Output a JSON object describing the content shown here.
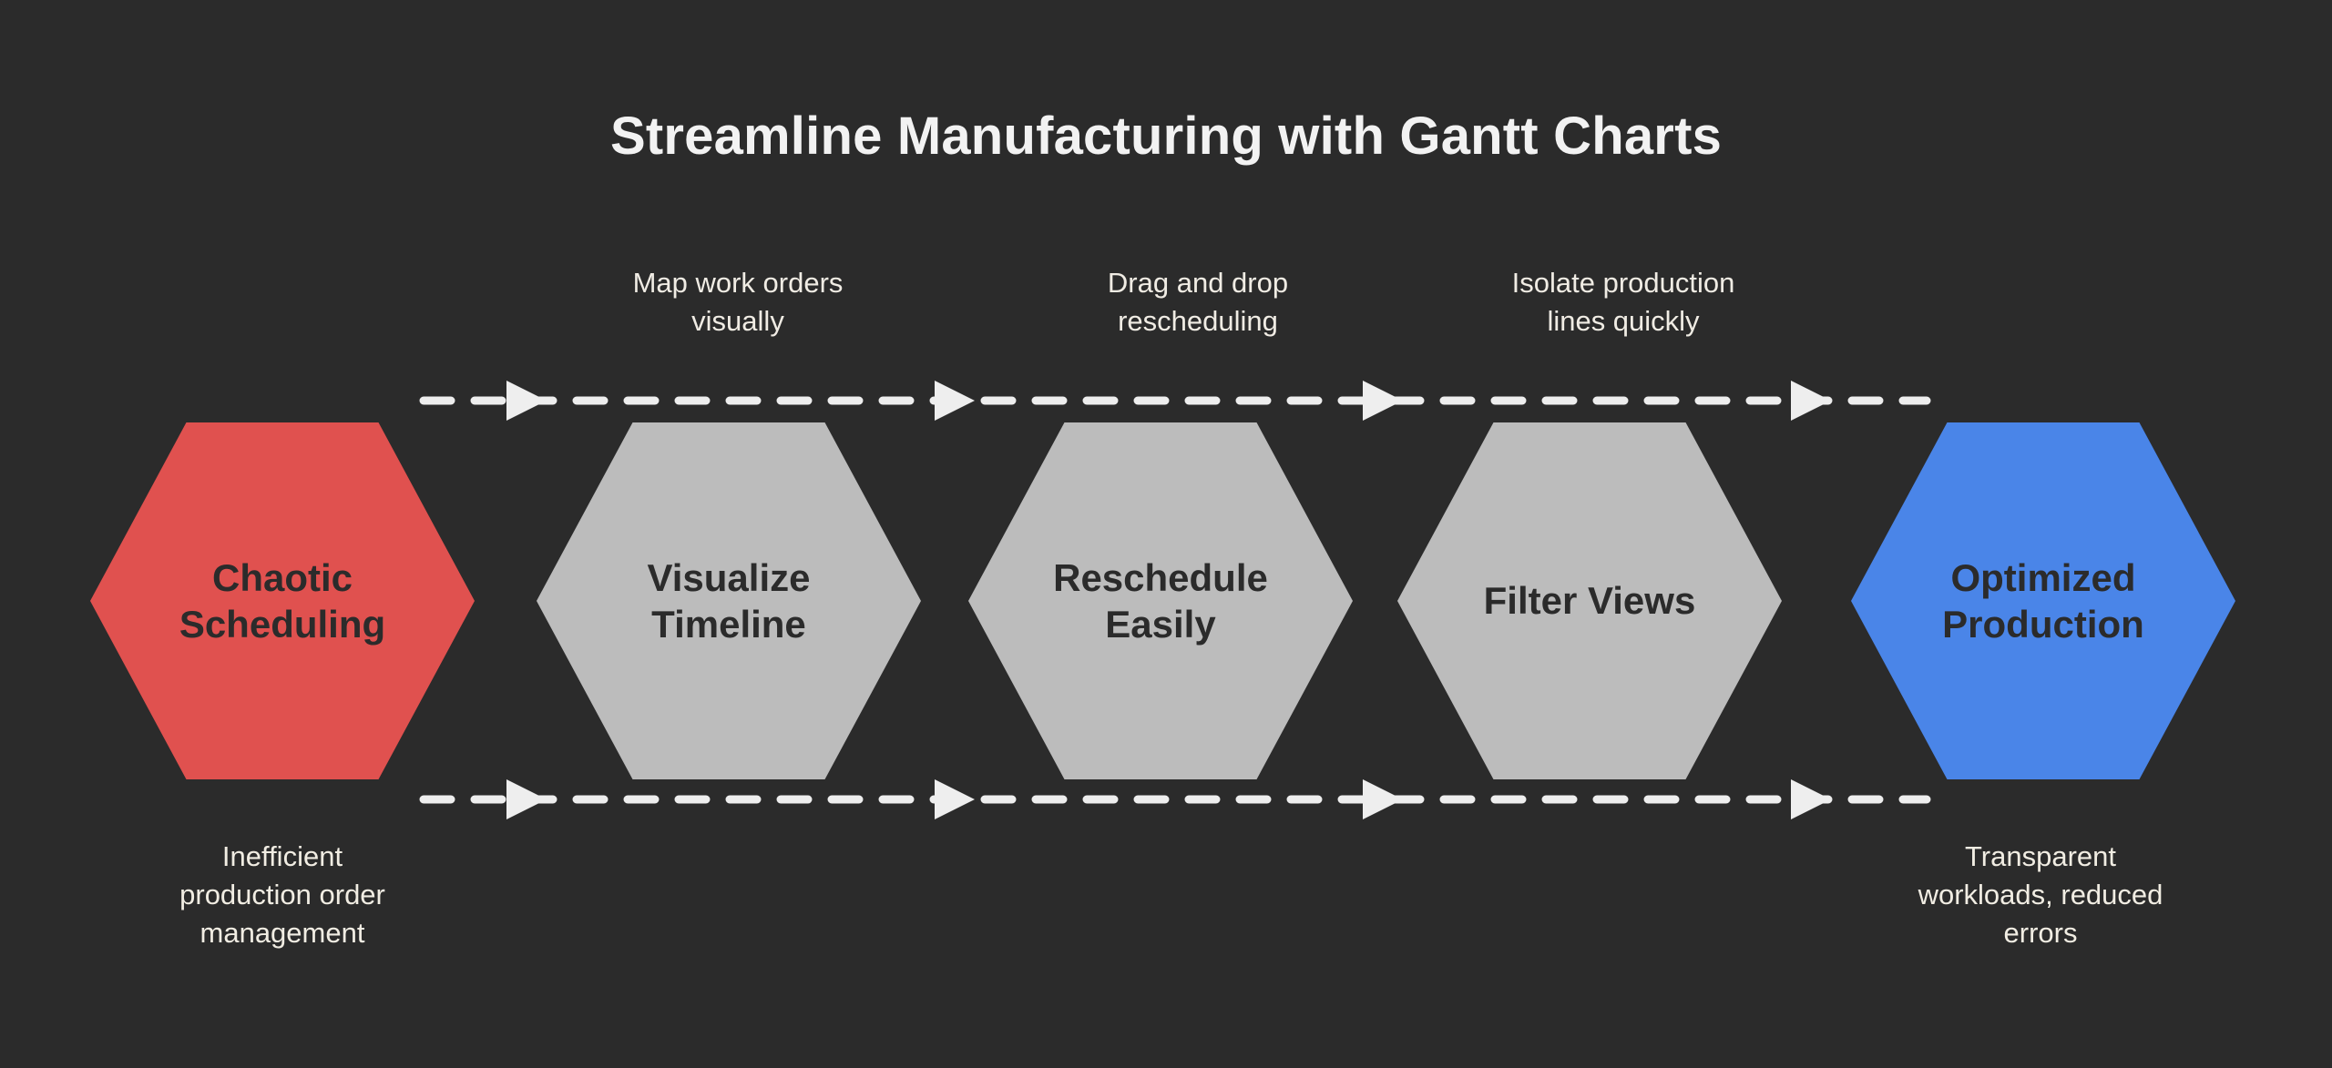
{
  "diagram": {
    "title": "Streamline Manufacturing with Gantt Charts",
    "background_color": "#2b2b2b",
    "accent_start_color": "#e0514f",
    "accent_end_color": "#4a85e8",
    "neutral_color": "#bcbcbc",
    "line_color": "#eeeeee",
    "type": "process-flow"
  },
  "steps": [
    {
      "label": "Chaotic\nScheduling",
      "line1": "Chaotic",
      "line2": "Scheduling",
      "color": "#e0514f",
      "role": "problem"
    },
    {
      "label": "Visualize\nTimeline",
      "line1": "Visualize",
      "line2": "Timeline",
      "color": "#bcbcbc",
      "role": "step"
    },
    {
      "label": "Reschedule\nEasily",
      "line1": "Reschedule",
      "line2": "Easily",
      "color": "#bcbcbc",
      "role": "step"
    },
    {
      "label": "Filter Views",
      "line1": "Filter Views",
      "line2": "",
      "color": "#bcbcbc",
      "role": "step"
    },
    {
      "label": "Optimized\nProduction",
      "line1": "Optimized",
      "line2": "Production",
      "color": "#4a85e8",
      "role": "outcome"
    }
  ],
  "callouts": [
    {
      "line1": "Map work orders",
      "line2": "visually"
    },
    {
      "line1": "Drag and drop",
      "line2": "rescheduling"
    },
    {
      "line1": "Isolate production",
      "line2": "lines quickly"
    }
  ],
  "captions": [
    {
      "line1": "Inefficient",
      "line2": "production order",
      "line3": "management"
    },
    {
      "line1": "Transparent",
      "line2": "workloads, reduced",
      "line3": "errors"
    }
  ]
}
